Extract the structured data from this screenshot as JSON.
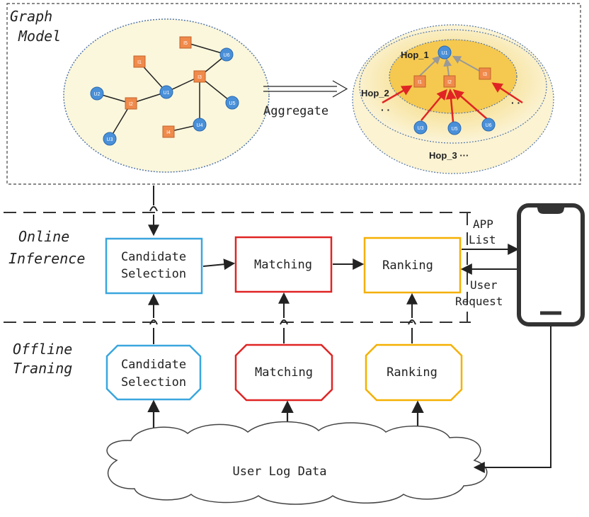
{
  "graph_section": {
    "title_line1": "Graph",
    "title_line2": "Model",
    "aggregate_label": "Aggregate",
    "left_graph": {
      "nodes": [
        "I1",
        "I5",
        "U6",
        "I3",
        "U1",
        "U2",
        "I2",
        "U3",
        "U5",
        "I4",
        "U4"
      ]
    },
    "right_graph": {
      "hop1": "Hop_1",
      "hop2": "Hop_2",
      "hop3": "Hop_3 ···",
      "dots_left": "· ·",
      "dots_right": "· ·",
      "nodes": [
        "U1",
        "I1",
        "I2",
        "I3",
        "U3",
        "U5",
        "U6"
      ]
    }
  },
  "online": {
    "label_line1": "Online",
    "label_line2": "Inference",
    "candidate_line1": "Candidate",
    "candidate_line2": "Selection",
    "matching": "Matching",
    "ranking": "Ranking"
  },
  "offline": {
    "label_line1": "Offline",
    "label_line2": "Traning",
    "candidate_line1": "Candidate",
    "candidate_line2": "Selection",
    "matching": "Matching",
    "ranking": "Ranking"
  },
  "app_list_line1": "APP",
  "app_list_line2": "List",
  "user_request_line1": "User",
  "user_request_line2": "Request",
  "user_log_data": "User Log Data",
  "colors": {
    "candidate": "#3aa6de",
    "matching": "#e02424",
    "ranking": "#f5b000",
    "node_item": "#f08a4b",
    "node_user": "#4a90d9",
    "ellipse_fill": "#fbf7dc",
    "hop_inner": "#f5cf6a"
  }
}
